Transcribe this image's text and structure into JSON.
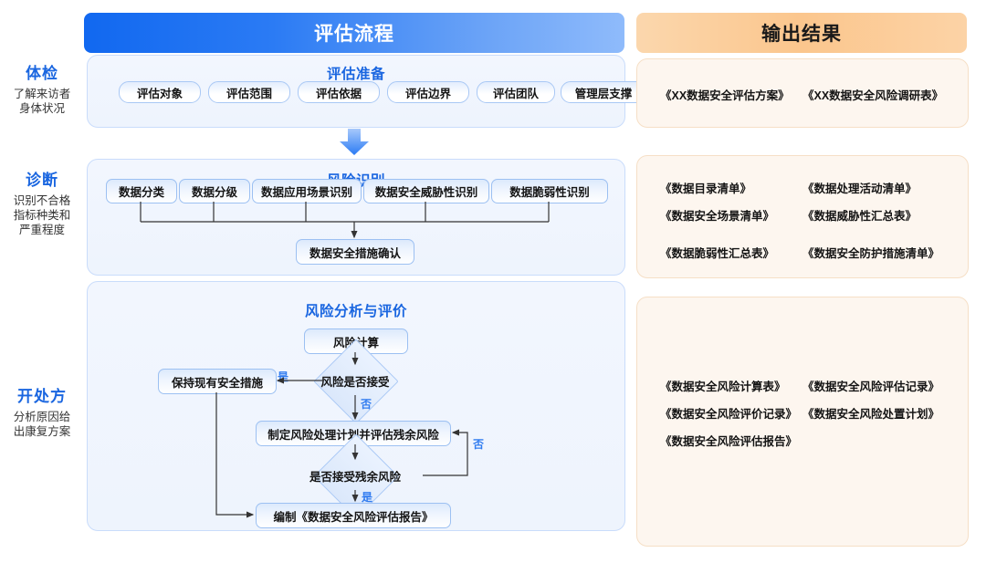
{
  "headers": {
    "flow": "评估流程",
    "output": "输出结果"
  },
  "stages": [
    {
      "title": "体检",
      "desc": "了解来访者\n身体状况"
    },
    {
      "title": "诊断",
      "desc": "识别不合格\n指标种类和\n严重程度"
    },
    {
      "title": "开处方",
      "desc": "分析原因给\n出康复方案"
    }
  ],
  "stage_labels": {
    "s1_title": "体检",
    "s1_line1": "了解来访者",
    "s1_line2": "身体状况",
    "s2_title": "诊断",
    "s2_line1": "识别不合格",
    "s2_line2": "指标种类和",
    "s2_line3": "严重程度",
    "s3_title": "开处方",
    "s3_line1": "分析原因给",
    "s3_line2": "出康复方案"
  },
  "section1": {
    "title": "评估准备",
    "pills": [
      "评估对象",
      "评估范围",
      "评估依据",
      "评估边界",
      "评估团队",
      "管理层支撑"
    ]
  },
  "section2": {
    "title": "风险识别",
    "boxes": [
      "数据分类",
      "数据分级",
      "数据应用场景识别",
      "数据安全威胁性识别",
      "数据脆弱性识别"
    ],
    "result_box": "数据安全措施确认"
  },
  "section3": {
    "title": "风险分析与评价",
    "n_calc": "风险计算",
    "n_keep": "保持现有安全措施",
    "d_accept": "风险是否接受",
    "n_plan": "制定风险处理计划并评估残余风险",
    "d_residual": "是否接受残余风险",
    "n_report": "编制《数据安全风险评估报告》",
    "label_yes1": "是",
    "label_no1": "否",
    "label_no2": "否",
    "label_yes2": "是"
  },
  "outputs": {
    "group1": {
      "col1": [
        "《XX数据安全评估方案》"
      ],
      "col2": [
        "《XX数据安全风险调研表》"
      ]
    },
    "group2": {
      "col1": [
        "《数据目录清单》",
        "《数据安全场景清单》",
        "《数据脆弱性汇总表》"
      ],
      "col2": [
        "《数据处理活动清单》",
        "《数据威胁性汇总表》",
        "《数据安全防护措施清单》"
      ]
    },
    "group3": {
      "col1": [
        "《数据安全风险计算表》",
        "《数据安全风险评价记录》",
        "《数据安全风险评估报告》"
      ],
      "col2": [
        "《数据安全风险评估记录》",
        "《数据安全风险处置计划》"
      ]
    }
  },
  "colors": {
    "flow_banner_start": "#1168f0",
    "flow_banner_end": "#8fbbfb",
    "output_banner": "#fbc68d",
    "accent_blue": "#1a66e0",
    "panel_bg": "#f1f5fd",
    "panel_border": "#c9dcfb",
    "output_bg": "#fdf6ef",
    "output_border": "#f6dfc6",
    "yes_no_label": "#2f7bf0"
  },
  "icons": {
    "down_arrow": "down-arrow-icon"
  }
}
